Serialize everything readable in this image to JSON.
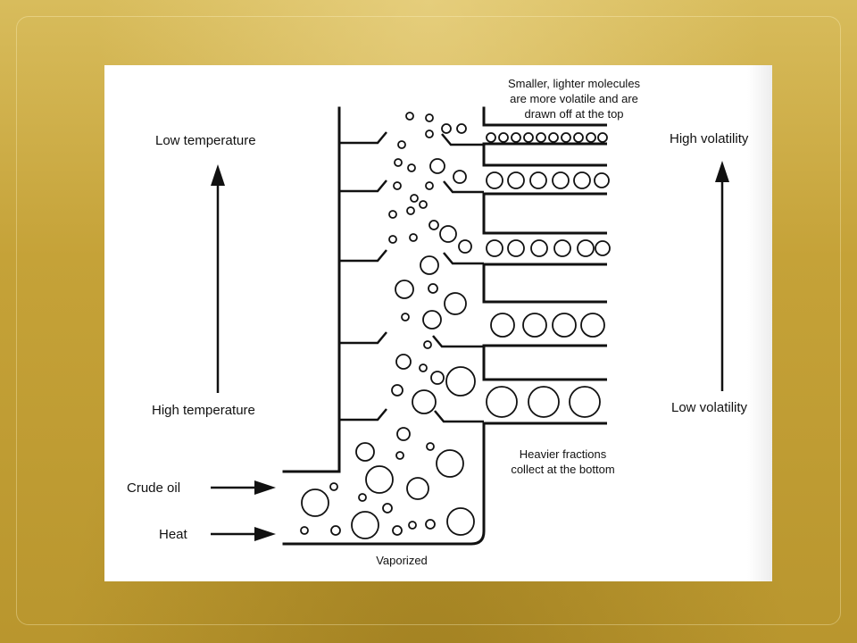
{
  "diagram": {
    "left_axis": {
      "top_label": "Low temperature",
      "bottom_label": "High temperature"
    },
    "right_axis": {
      "top_label": "High volatility",
      "bottom_label": "Low volatility"
    },
    "top_note": {
      "line1": "Smaller, lighter molecules",
      "line2": "are more volatile and are",
      "line3": "drawn off at the top"
    },
    "bottom_note": {
      "line1": "Heavier fractions",
      "line2": "collect at the bottom"
    },
    "inputs": {
      "crude_oil": "Crude oil",
      "heat": "Heat"
    },
    "base_label": "Vaporized"
  }
}
